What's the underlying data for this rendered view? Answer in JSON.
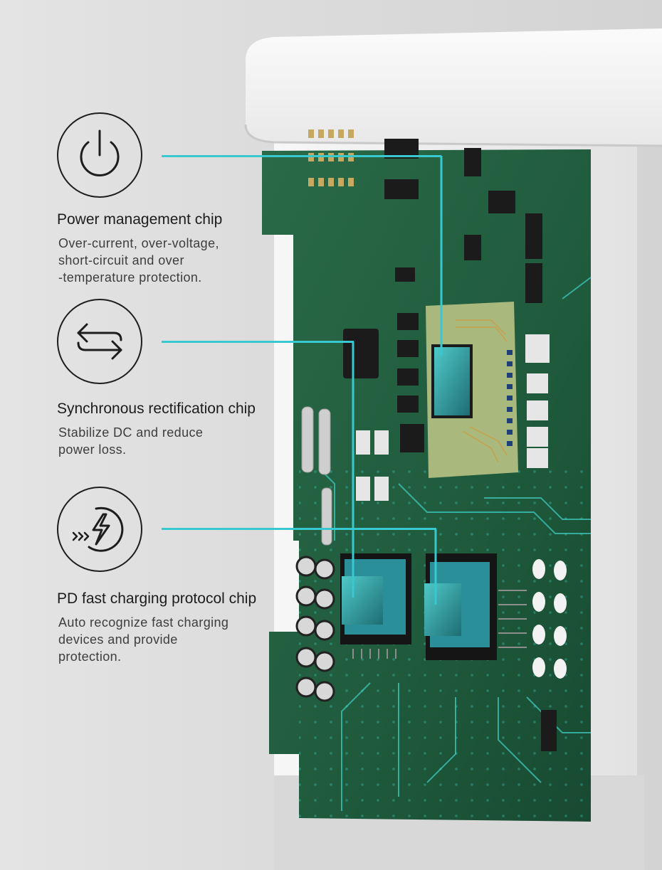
{
  "features": [
    {
      "title": "Power management chip",
      "description": "Over-current, over-voltage,\nshort-circuit and over\n-temperature protection.",
      "icon": "power-icon"
    },
    {
      "title": "Synchronous rectification chip",
      "description": "Stabilize DC and reduce\npower loss.",
      "icon": "sync-arrows-icon"
    },
    {
      "title": "PD fast charging protocol chip",
      "description": "Auto recognize fast charging\ndevices and provide\nprotection.",
      "icon": "fast-charge-icon"
    }
  ],
  "colors": {
    "accent": "#37c9cf",
    "pcb": "#1f5a3c",
    "background": "#dcdcdc"
  }
}
